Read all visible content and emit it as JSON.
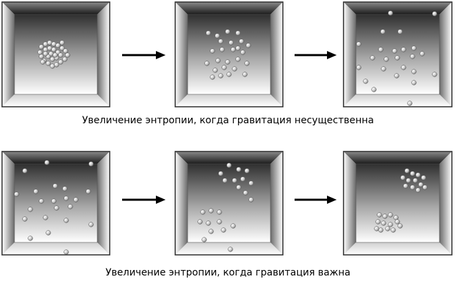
{
  "captions": {
    "top": "Увеличение энтропии, когда гравитация несущественна",
    "bottom": "Увеличение энтропии, когда гравитация важна"
  },
  "colors": {
    "frame_dark": "#3a3a3a",
    "frame_light": "#f0f0f0",
    "particle": "#cfcfcf",
    "arrow": "#000000"
  },
  "states": [
    {
      "name": "gas-clumped-center"
    },
    {
      "name": "gas-spread-middle"
    },
    {
      "name": "gas-fills-box"
    },
    {
      "name": "gas-uniform"
    },
    {
      "name": "gas-two-groups-forming"
    },
    {
      "name": "gas-two-clumps"
    }
  ]
}
